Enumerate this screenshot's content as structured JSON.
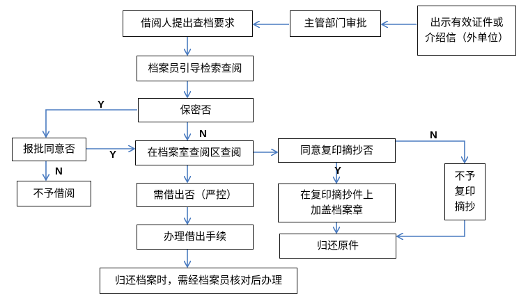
{
  "boxes": {
    "request": "借阅人提出查档要求",
    "approval": "主管部门审批",
    "certificate": "出示有效证件或\n介绍信（外单位）",
    "guide": "档案员引导检索查阅",
    "secret": "保密否",
    "report": "报批同意否",
    "reading_room": "在档案室查阅区查阅",
    "copy_agree": "同意复印摘抄否",
    "no_borrow": "不予借阅",
    "need_borrow": "需借出否（严控）",
    "stamp": "在复印摘抄件上\n加盖档案章",
    "no_copy": "不予\n复印\n摘抄",
    "procedure": "办理借出手续",
    "return_original": "归还原件",
    "return_check": "归还档案时，需经档案员核对后办理"
  },
  "labels": {
    "y_secret": "Y",
    "n_secret": "N",
    "n_report": "N",
    "y_report": "Y",
    "y_copy": "Y",
    "n_copy": "N"
  }
}
